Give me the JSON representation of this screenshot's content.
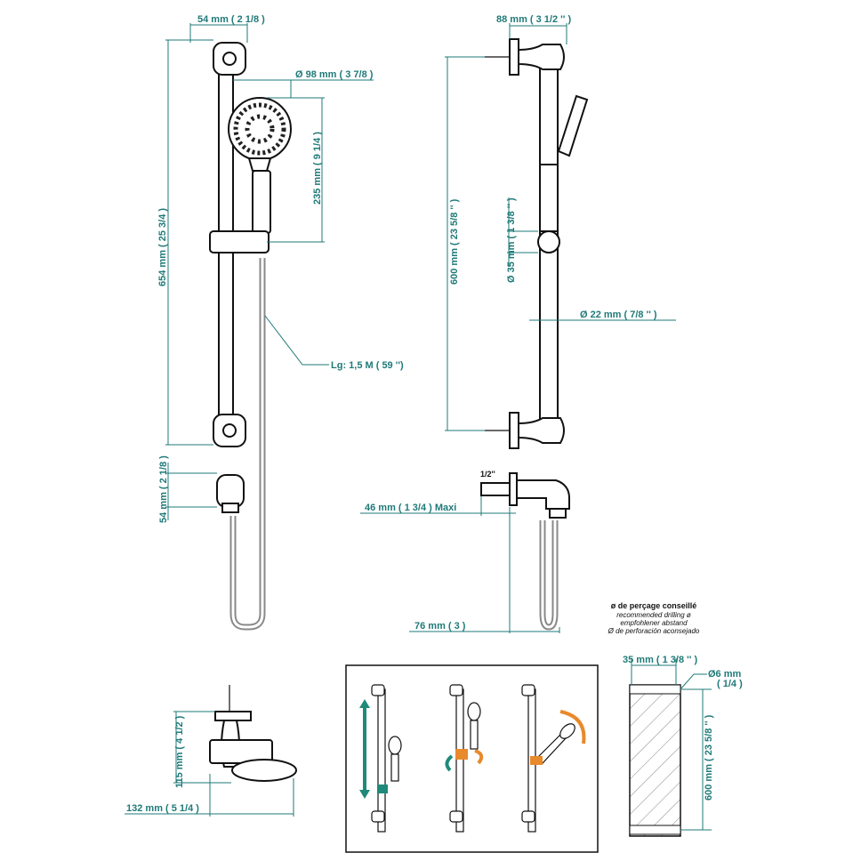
{
  "colors": {
    "dimension": "#1f7a78",
    "accent_orange": "#e8892b",
    "accent_teal": "#1f8a7a"
  },
  "front_view": {
    "bracket_spacing": "54 mm ( 2 1/8 )",
    "head_diameter": "Ø  98 mm ( 3 7/8 )",
    "handshower_length": "235 mm ( 9 1/4 )",
    "total_height": "654 mm ( 25 3/4 )",
    "hose_length": "Lg: 1,5 M ( 59 '')",
    "outlet_size": "54 mm ( 2 1/8 )"
  },
  "side_view": {
    "bracket_depth": "88 mm ( 3 1/2 '' )",
    "fixing_distance": "600 mm ( 23 5/8 '' )",
    "slider_diameter": "Ø  35 mm ( 1 3/8 '' )",
    "bar_diameter": "Ø  22 mm ( 7/8 '' )",
    "thread": "1/2''",
    "outlet_projection": "46 mm ( 1 3/4 )  Maxi",
    "outlet_depth": "76 mm ( 3 )"
  },
  "drilling_note": {
    "title": "ø de perçage conseillé",
    "line_en": "recommended drilling ø",
    "line_de": "empfohlener abstand",
    "line_es": "Ø de perforación aconsejado"
  },
  "soap_dish": {
    "height": "115 mm ( 4 1/2 )",
    "depth": "132 mm ( 5 1/4 )"
  },
  "drill_template": {
    "width": "35 mm ( 1 3/8 '' )",
    "hole_diameter": "Ø6 mm",
    "hole_diameter_in": "( 1/4 )",
    "spacing": "600 mm ( 23 5/8 '' )"
  }
}
